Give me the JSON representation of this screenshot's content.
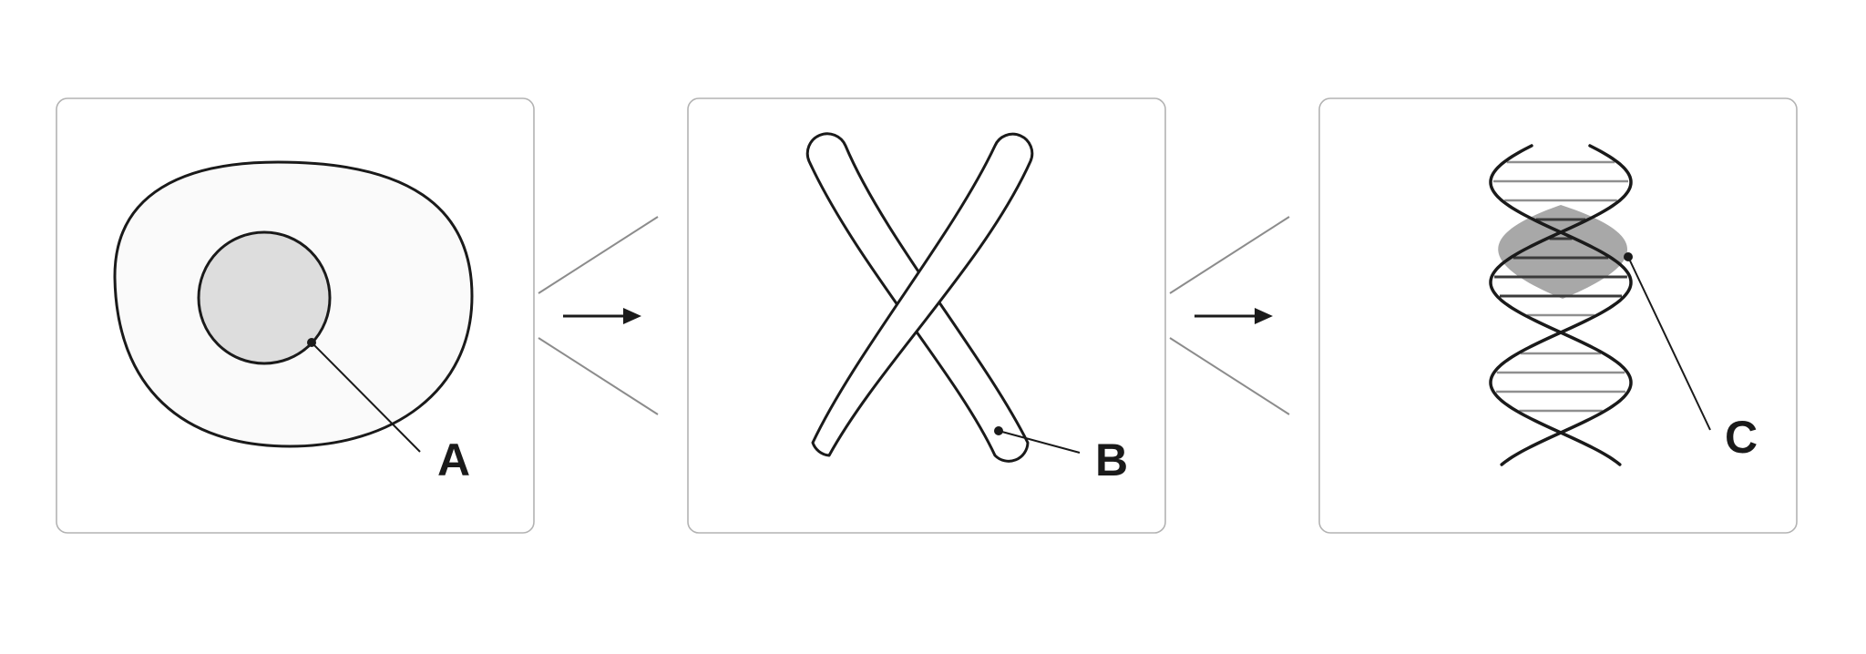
{
  "diagram": {
    "labels": {
      "a": "A",
      "b": "B",
      "c": "C"
    },
    "colors": {
      "ink": "#1a1a1a",
      "panel_border": "#b3b3b3",
      "connector": "#8c8c8c",
      "cell_fill": "#fafafa",
      "nucleus_fill": "#dddddd",
      "highlight_fill": "#a8a8a8",
      "rung": "#8f8f8f"
    },
    "icons": {
      "panel_1": "cell-icon",
      "panel_2": "chromosome-icon",
      "panel_3": "dna-double-helix-icon",
      "arrows": "arrow-right-icon"
    }
  }
}
